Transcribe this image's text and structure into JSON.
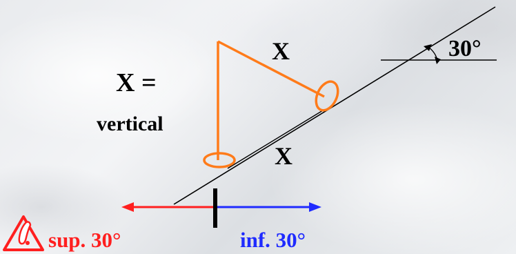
{
  "labels": {
    "x_equals": "X =",
    "vertical": "vertical",
    "x_top": "X",
    "x_bottom": "X",
    "angle": "30°",
    "sup": "sup. 30°",
    "inf": "inf. 30°"
  },
  "colors": {
    "orange": "#ff7b1a",
    "red": "#ff1f1f",
    "blue": "#1f2bff",
    "black": "#000000",
    "warning_triangle": "#ff1f1f"
  },
  "icons": {
    "warning": "warning-triangle-icon"
  }
}
